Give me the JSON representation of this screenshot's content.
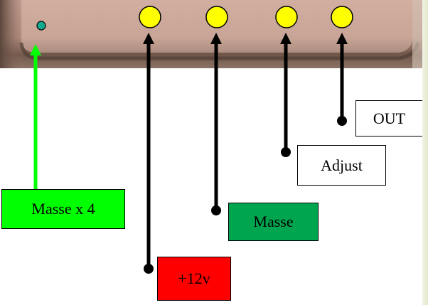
{
  "photo": {
    "description_colors": [
      "#8a6f5e",
      "#c89b8c",
      "#a07d70"
    ]
  },
  "pins": [
    {
      "name": "pin-masse-x4",
      "color": "#13a98e"
    },
    {
      "name": "pin-12v",
      "color": "#ffff00"
    },
    {
      "name": "pin-masse",
      "color": "#ffff00"
    },
    {
      "name": "pin-adjust",
      "color": "#ffff00"
    },
    {
      "name": "pin-out",
      "color": "#ffff00"
    }
  ],
  "labels": {
    "masse_x4": {
      "text": "Masse x 4",
      "bg": "#00ff00"
    },
    "plus_12v": {
      "text": "+12v",
      "bg": "#ff0000"
    },
    "masse": {
      "text": "Masse",
      "bg": "#00a64f"
    },
    "adjust": {
      "text": "Adjust",
      "bg": "#ffffff"
    },
    "out": {
      "text": "OUT",
      "bg": "#ffffff"
    }
  },
  "colors": {
    "arrow_black": "#000000",
    "arrow_green": "#00ff00"
  }
}
